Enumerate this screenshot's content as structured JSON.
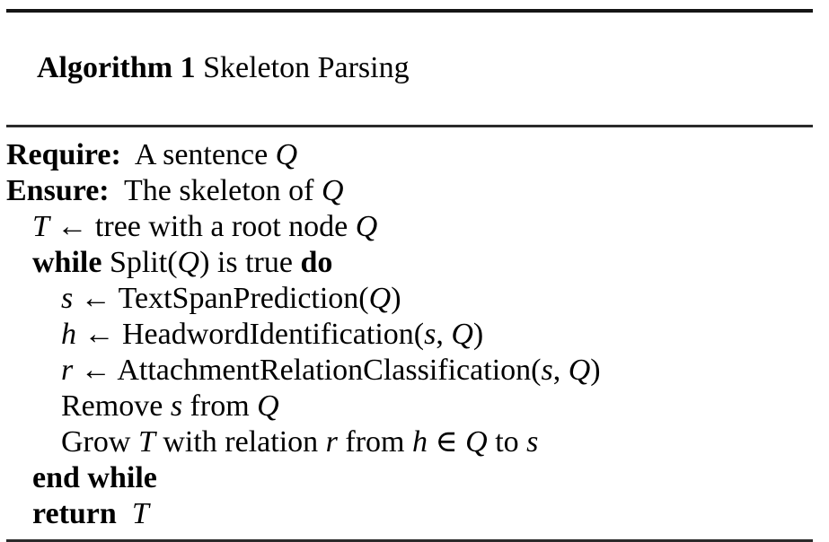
{
  "page": {
    "background": "#ffffff",
    "text_color": "#000000",
    "rule_color_heavy": "#151515",
    "rule_color_light": "#2b2b2b"
  },
  "algorithm": {
    "header": {
      "label": "Algorithm 1",
      "title": " Skeleton Parsing"
    },
    "lines": [
      {
        "indent": 0,
        "segments": [
          {
            "style": "bold",
            "text": "Require:"
          },
          {
            "style": "roman",
            "text": "  A sentence "
          },
          {
            "style": "math",
            "text": "Q"
          }
        ]
      },
      {
        "indent": 0,
        "segments": [
          {
            "style": "bold",
            "text": "Ensure:"
          },
          {
            "style": "roman",
            "text": "  The skeleton of "
          },
          {
            "style": "math",
            "text": "Q"
          }
        ]
      },
      {
        "indent": 1,
        "segments": [
          {
            "style": "math",
            "text": "T"
          },
          {
            "style": "roman",
            "text": " ← tree with a root node "
          },
          {
            "style": "math",
            "text": "Q"
          }
        ]
      },
      {
        "indent": 1,
        "segments": [
          {
            "style": "bold",
            "text": "while"
          },
          {
            "style": "roman",
            "text": " Split("
          },
          {
            "style": "math",
            "text": "Q"
          },
          {
            "style": "roman",
            "text": ") is true "
          },
          {
            "style": "bold",
            "text": "do"
          }
        ]
      },
      {
        "indent": 2,
        "segments": [
          {
            "style": "math",
            "text": "s"
          },
          {
            "style": "roman",
            "text": " ← TextSpanPrediction("
          },
          {
            "style": "math",
            "text": "Q"
          },
          {
            "style": "roman",
            "text": ")"
          }
        ]
      },
      {
        "indent": 2,
        "segments": [
          {
            "style": "math",
            "text": "h"
          },
          {
            "style": "roman",
            "text": " ← HeadwordIdentification("
          },
          {
            "style": "math",
            "text": "s"
          },
          {
            "style": "roman",
            "text": ", "
          },
          {
            "style": "math",
            "text": "Q"
          },
          {
            "style": "roman",
            "text": ")"
          }
        ]
      },
      {
        "indent": 2,
        "segments": [
          {
            "style": "math",
            "text": "r"
          },
          {
            "style": "roman",
            "text": " ← AttachmentRelationClassification("
          },
          {
            "style": "math",
            "text": "s"
          },
          {
            "style": "roman",
            "text": ", "
          },
          {
            "style": "math",
            "text": "Q"
          },
          {
            "style": "roman",
            "text": ")"
          }
        ]
      },
      {
        "indent": 2,
        "segments": [
          {
            "style": "roman",
            "text": "Remove "
          },
          {
            "style": "math",
            "text": "s"
          },
          {
            "style": "roman",
            "text": " from "
          },
          {
            "style": "math",
            "text": "Q"
          }
        ]
      },
      {
        "indent": 2,
        "segments": [
          {
            "style": "roman",
            "text": "Grow "
          },
          {
            "style": "math",
            "text": "T"
          },
          {
            "style": "roman",
            "text": " with relation "
          },
          {
            "style": "math",
            "text": "r"
          },
          {
            "style": "roman",
            "text": " from "
          },
          {
            "style": "math",
            "text": "h"
          },
          {
            "style": "roman",
            "text": " ∈ "
          },
          {
            "style": "math",
            "text": "Q"
          },
          {
            "style": "roman",
            "text": " to "
          },
          {
            "style": "math",
            "text": "s"
          }
        ]
      },
      {
        "indent": 1,
        "segments": [
          {
            "style": "bold",
            "text": "end while"
          }
        ]
      },
      {
        "indent": 1,
        "segments": [
          {
            "style": "bold",
            "text": "return"
          },
          {
            "style": "roman",
            "text": "  "
          },
          {
            "style": "math",
            "text": "T"
          }
        ]
      }
    ]
  }
}
